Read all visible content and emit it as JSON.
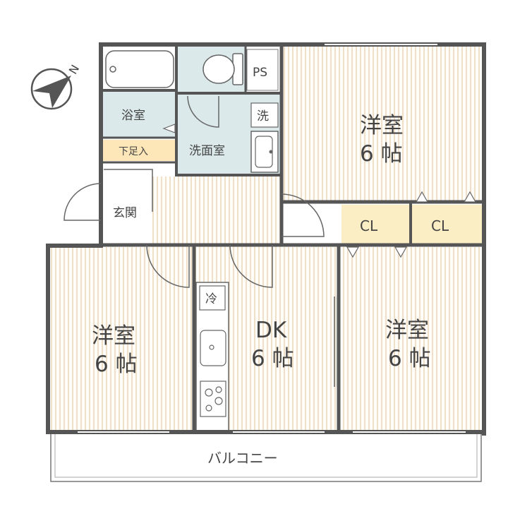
{
  "compass": {
    "north_label": "N",
    "icon": "compass-arrow-icon"
  },
  "rooms": {
    "western_room_top_right": {
      "name": "洋室",
      "size": "6 帖"
    },
    "western_room_left": {
      "name": "洋室",
      "size": "6 帖"
    },
    "western_room_bottom_right": {
      "name": "洋室",
      "size": "6 帖"
    },
    "dining_kitchen": {
      "name": "DK",
      "size": "6 帖"
    },
    "bathroom": {
      "name": "浴室"
    },
    "washroom": {
      "name": "洗面室"
    },
    "entrance": {
      "name": "玄関"
    },
    "shoe_box": {
      "name": "下足入"
    },
    "pipe_space": {
      "name": "PS"
    },
    "washer": {
      "name": "洗"
    },
    "fridge": {
      "name": "冷"
    },
    "closet_left": {
      "name": "CL"
    },
    "closet_right": {
      "name": "CL"
    },
    "balcony": {
      "name": "バルコニー"
    }
  },
  "colors": {
    "wall": "#555555",
    "floor_stripe": "#f1e0c8",
    "wet_area": "#dbe9ea",
    "closet": "#fbeec4",
    "accent": "#fde7b9"
  }
}
